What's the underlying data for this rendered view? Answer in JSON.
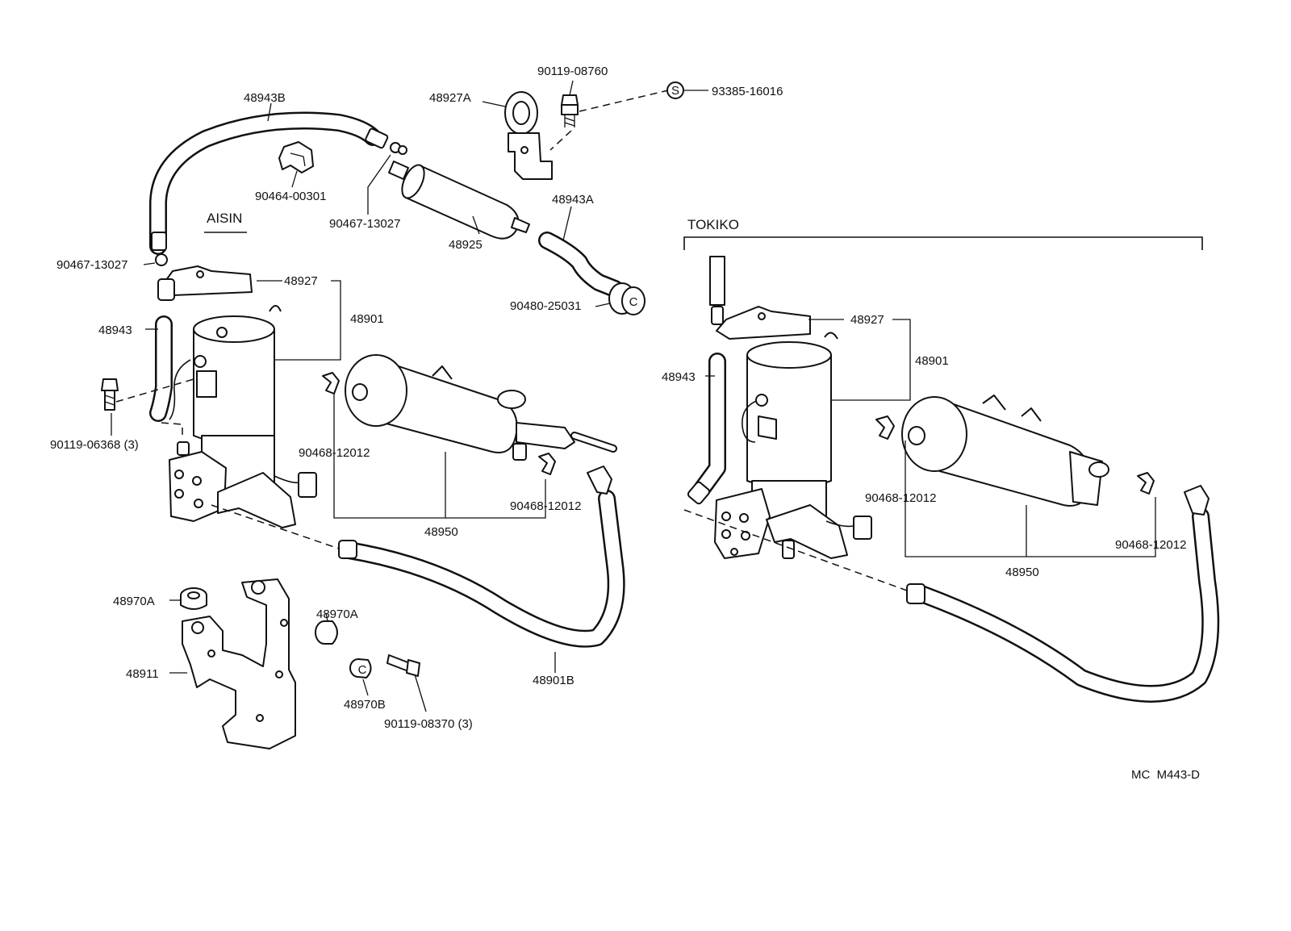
{
  "sections": {
    "aisin": "AISIN",
    "tokiko": "TOKIKO"
  },
  "labels": {
    "p48943B": "48943B",
    "p90464_00301": "90464-00301",
    "p90467_13027_top": "90467-13027",
    "p48927A": "48927A",
    "p90119_08760": "90119-08760",
    "p93385_16016": "93385-16016",
    "p48925": "48925",
    "p48943A": "48943A",
    "p90480_25031": "90480-25031",
    "p90467_13027_left": "90467-13027",
    "p48927_aisin": "48927",
    "p48901_aisin": "48901",
    "p48943_aisin": "48943",
    "p90119_06368": "90119-06368 (3)",
    "p90468_12012_a1": "90468-12012",
    "p90468_12012_a2": "90468-12012",
    "p48950_aisin": "48950",
    "p48970A_1": "48970A",
    "p48970A_2": "48970A",
    "p48911": "48911",
    "p48970B": "48970B",
    "p90119_08370": "90119-08370 (3)",
    "p48901B": "48901B",
    "p48927_tokiko": "48927",
    "p48901_tokiko": "48901",
    "p48943_tokiko": "48943",
    "p90468_12012_t1": "90468-12012",
    "p90468_12012_t2": "90468-12012",
    "p48950_tokiko": "48950"
  },
  "symbols": {
    "s_mark": "S",
    "c_mark_grommet": "C",
    "c_mark_collar": "C"
  },
  "footer": {
    "code": "MC  M443-D"
  }
}
